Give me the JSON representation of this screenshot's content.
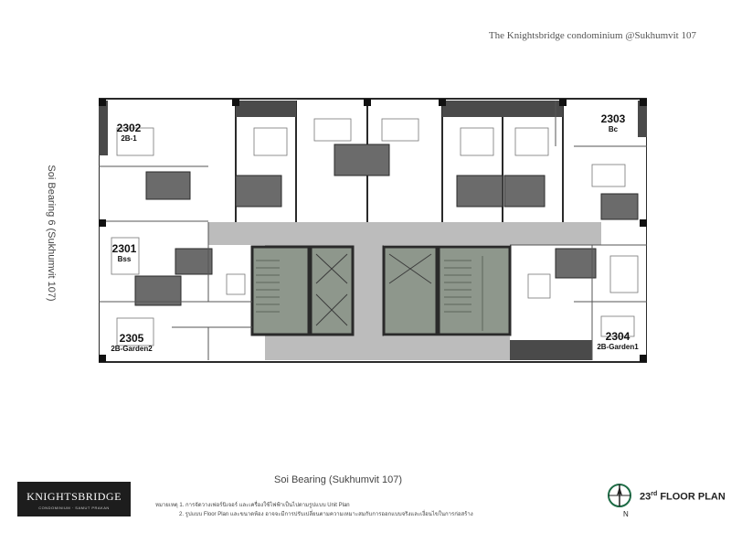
{
  "header": {
    "title": "The Knightsbridge condominium @Sukhumvit 107"
  },
  "side_road": "Soi Bearing 6 (Sukhumvit 107)",
  "bottom_road": "Soi Bearing  (Sukhumvit 107)",
  "units": [
    {
      "number": "2302",
      "type": "2B-1"
    },
    {
      "number": "2303",
      "type": "Bc"
    },
    {
      "number": "2301",
      "type": "Bss"
    },
    {
      "number": "2305",
      "type": "2B-Garden2"
    },
    {
      "number": "2304",
      "type": "2B-Garden1"
    }
  ],
  "logo": {
    "brand": "KNIGHTSBRIDGE",
    "tagline": "CONDOMINIUM · SAMUT PRAKAN"
  },
  "remarks": {
    "line1": "หมายเหตุ  1. การจัดวางเฟอร์นิเจอร์ และเครื่องใช้ไฟฟ้าเป็นไปตามรูปแบบ Unit Plan",
    "line2": "2. รูปแบบ Floor Plan และขนาดห้อง อาจจะมีการปรับเปลี่ยนตามความเหมาะสมกับการออกแบบจริงและเงื่อนไขในการก่อสร้าง"
  },
  "floor_plan": {
    "number": "23",
    "suffix": "rd",
    "label": "FLOOR PLAN"
  },
  "compass": {
    "label": "N"
  },
  "colors": {
    "wall": "#2a2a2a",
    "corridor": "#bcbcbc",
    "core": "#8e978c",
    "bathroom": "#6b6b6b",
    "room": "#ffffff"
  }
}
